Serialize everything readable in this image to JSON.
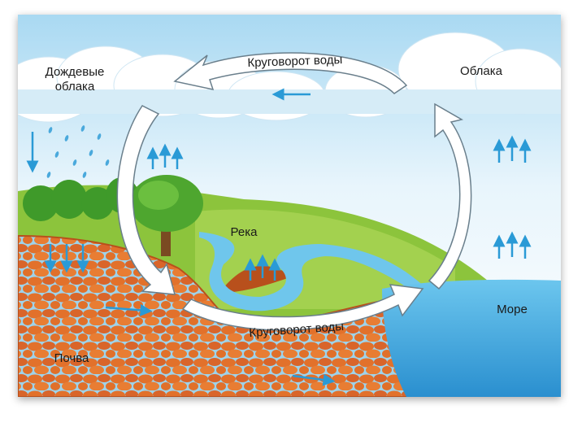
{
  "title": "Круговорот воды",
  "labels": {
    "rain_clouds_line1": "Дождевые",
    "rain_clouds_line2": "облака",
    "clouds": "Облака",
    "cycle_top": "Круговорот воды",
    "cycle_bottom": "Круговорот воды",
    "river": "Река",
    "sea": "Море",
    "soil": "Почва"
  },
  "colors": {
    "sky": "#bfe3f5",
    "grass": "#8cc43c",
    "soil": "#e0702a",
    "water": "#4fb3e0",
    "arrow_blue": "#2a9ad6"
  }
}
